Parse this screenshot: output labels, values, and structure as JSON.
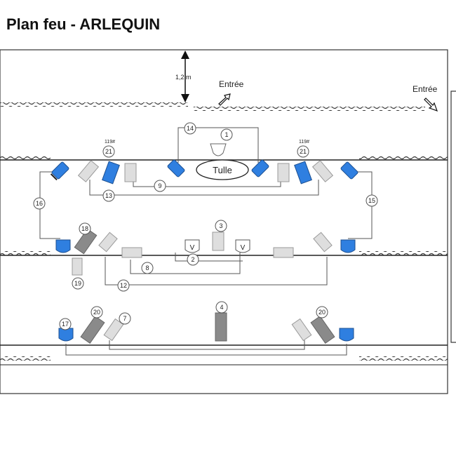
{
  "title": "Plan feu - ARLEQUIN",
  "dimension_label": "1,2  m",
  "entrances": [
    "Entrée",
    "Entrée"
  ],
  "scenery_label": "Tulle",
  "circuits": {
    "c1": "1",
    "c2": "2",
    "c3": "3",
    "c4": "4",
    "c7": "7",
    "c8": "8",
    "c9": "9",
    "c12": "12",
    "c13": "13",
    "c14": "14",
    "c15": "15",
    "c16": "16",
    "c17": "17",
    "c18": "18",
    "c19": "19",
    "c20a": "20",
    "c20b": "20",
    "c21a": "21",
    "c21b": "21"
  },
  "gel_codes": [
    "119#",
    "119#"
  ],
  "colors": {
    "blue_fixture": "#2f7fe0",
    "grey_fixture": "#9a9a9a",
    "light_fixture": "#d8d8d8"
  }
}
